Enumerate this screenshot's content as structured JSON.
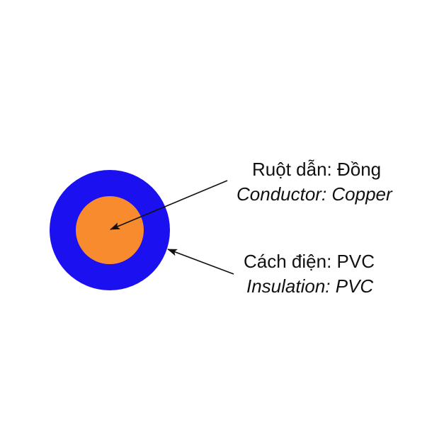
{
  "diagram": {
    "type": "cable-cross-section",
    "colors": {
      "insulation": "#1a10f0",
      "conductor": "#f98b2f",
      "arrow": "#111111"
    },
    "labels": {
      "conductor": {
        "vi": "Ruột dẫn: Đồng",
        "en": "Conductor: Copper"
      },
      "insulation": {
        "vi": "Cách điện: PVC",
        "en": "Insulation: PVC"
      }
    }
  }
}
